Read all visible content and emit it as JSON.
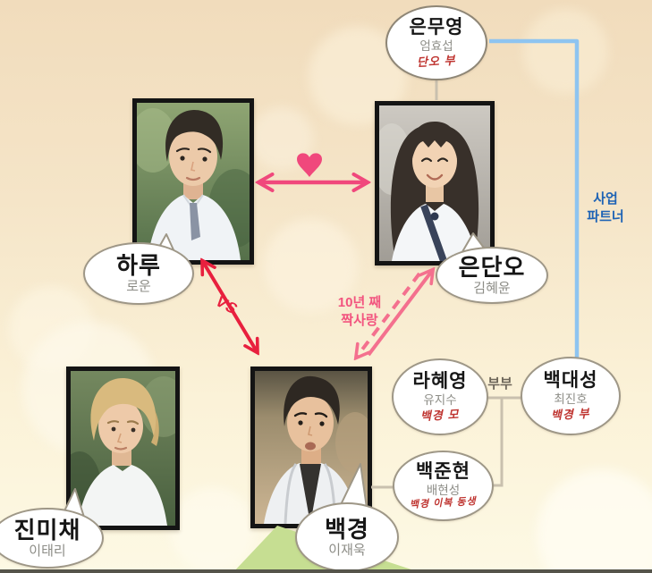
{
  "characters": {
    "eun_mu_young": {
      "name": "은무영",
      "actor": "엄효섭",
      "note": "단오 부"
    },
    "haru": {
      "name": "하루",
      "actor": "로운"
    },
    "eun_dan_o": {
      "name": "은단오",
      "actor": "김혜윤"
    },
    "jin_mi_chae": {
      "name": "진미채",
      "actor": "이태리"
    },
    "baek_kyung": {
      "name": "백경",
      "actor": "이재욱"
    },
    "ra_hye_young": {
      "name": "라혜영",
      "actor": "유지수",
      "note": "백경 모"
    },
    "baek_dae_sung": {
      "name": "백대성",
      "actor": "최진호",
      "note": "백경 부"
    },
    "baek_jun_hyun": {
      "name": "백준현",
      "actor": "배현성",
      "note": "백경 이복 동생"
    }
  },
  "relationships": {
    "romance": {
      "icon": "heart"
    },
    "rivalry": {
      "label": "VS"
    },
    "crush": {
      "line1": "10년 째",
      "line2": "짝사랑"
    },
    "business_partner": {
      "line1": "사업",
      "line2": "파트너"
    },
    "couple": {
      "label": "부부"
    }
  },
  "colors": {
    "romance_pink": "#f0487c",
    "rivalry_red": "#e8203e",
    "crush_pink": "#f4708e",
    "partner_line_blue": "#8ec4f0",
    "partner_text_blue": "#1e63b5",
    "family_note_red": "#bf3430",
    "connector_gray": "#c9c0ae",
    "triangle_green": "#c6de92",
    "couple_label_brown": "#6d665a",
    "photo_frame_black": "#141414",
    "background_top": "#f1dcbc",
    "background_bottom": "#fdf9e4"
  }
}
